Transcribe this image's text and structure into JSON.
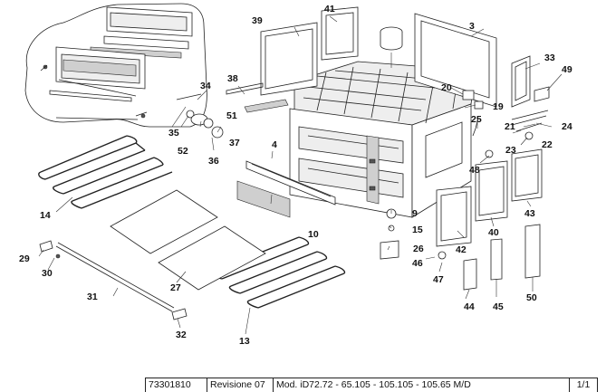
{
  "part_labels": [
    "3",
    "4",
    "9",
    "10",
    "13",
    "14",
    "15",
    "19",
    "20",
    "21",
    "22",
    "23",
    "24",
    "25",
    "26",
    "27",
    "29",
    "30",
    "31",
    "32",
    "33",
    "34",
    "35",
    "36",
    "37",
    "38",
    "39",
    "40",
    "41",
    "42",
    "43",
    "44",
    "45",
    "46",
    "47",
    "48",
    "49",
    "50",
    "51",
    "52"
  ],
  "title_block": {
    "code": "73301810",
    "revision": "Revisione 07",
    "model": "Mod.  iD72.72 - 65.105 - 105.105 - 105.65 M/D",
    "page": "1/1"
  }
}
